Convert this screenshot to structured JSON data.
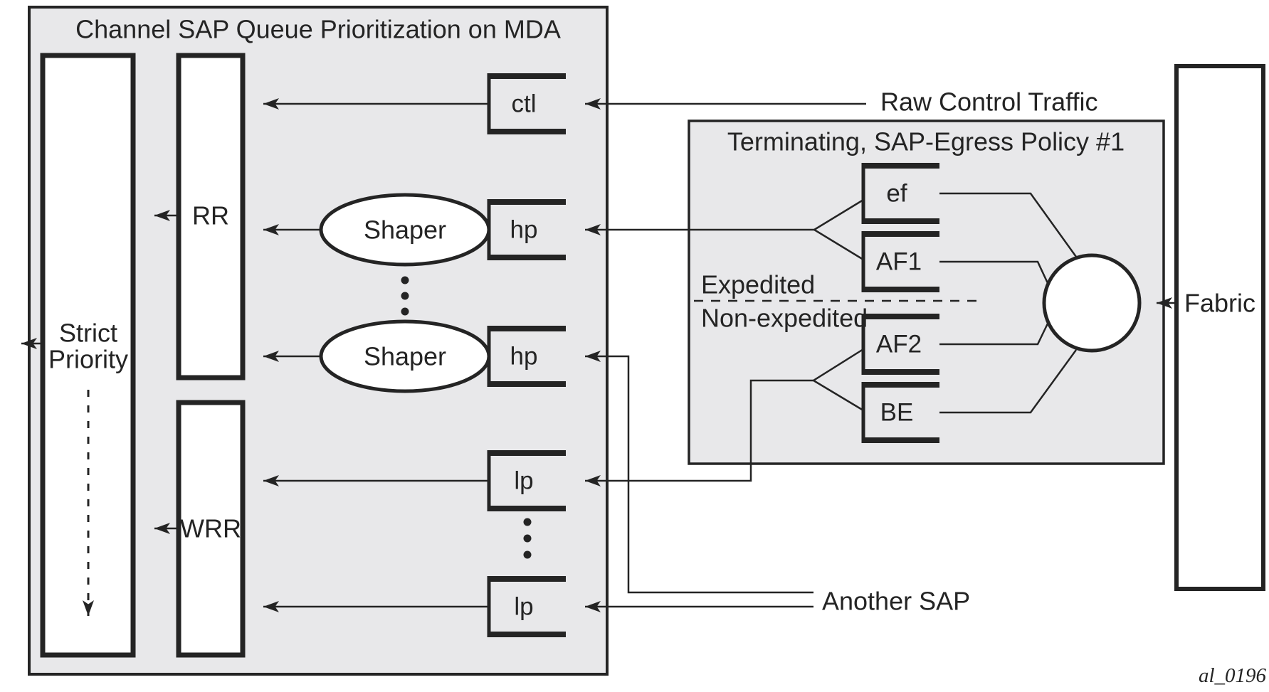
{
  "colors": {
    "panel": "#e8e8ea",
    "ink": "#242424",
    "box_fill": "#ffffff"
  },
  "mda": {
    "title": "Channel SAP Queue Prioritization on MDA",
    "strict_priority": {
      "line1": "Strict",
      "line2": "Priority"
    },
    "rr_label": "RR",
    "wrr_label": "WRR",
    "queue_ctl": "ctl",
    "queue_hp1": "hp",
    "queue_hp2": "hp",
    "queue_lp1": "lp",
    "queue_lp2": "lp",
    "shaper1_label": "Shaper",
    "shaper2_label": "Shaper"
  },
  "policy": {
    "title": "Terminating, SAP-Egress Policy #1",
    "expedited_label": "Expedited",
    "non_expedited_label": "Non-expedited",
    "queue_ef": "ef",
    "queue_af1": "AF1",
    "queue_af2": "AF2",
    "queue_be": "BE"
  },
  "external": {
    "raw_control_traffic": "Raw Control Traffic",
    "another_sap": "Another SAP",
    "fabric": "Fabric",
    "figure_id": "al_0196"
  }
}
